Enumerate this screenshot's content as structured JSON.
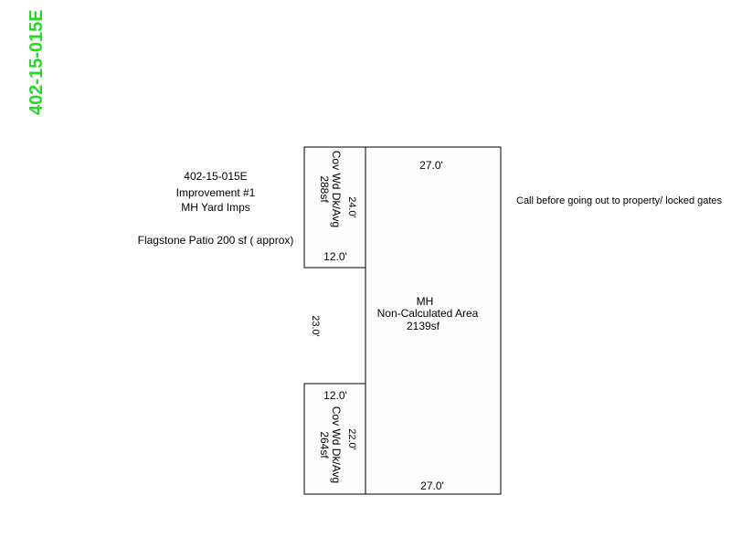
{
  "parcel_id_vertical": "402-15-015E",
  "info": {
    "parcel": "402-15-015E",
    "improvement": "Improvement #1",
    "imps": "MH Yard Imps",
    "note": "Flagstone Patio 200 sf ( approx)"
  },
  "call_note": "Call before going out to property/ locked gates",
  "main_area": {
    "line1": "MH",
    "line2": "Non-Calculated Area",
    "line3": "2139sf",
    "top_dim": "27.0'",
    "bottom_dim": "27.0'",
    "left_dim": "23.0'"
  },
  "deck_top": {
    "label": "Cov Wd Dk/Avg",
    "area": "288sf",
    "side_dim": "24.0'",
    "width_dim": "12.0'"
  },
  "deck_bottom": {
    "label": "Cov Wd Dk/Avg",
    "area": "264sf",
    "side_dim": "22.0'",
    "width_dim": "12.0'"
  },
  "colors": {
    "parcel_label": "#22dd22",
    "outline": "#000000",
    "fill": "#fdfdfd"
  }
}
